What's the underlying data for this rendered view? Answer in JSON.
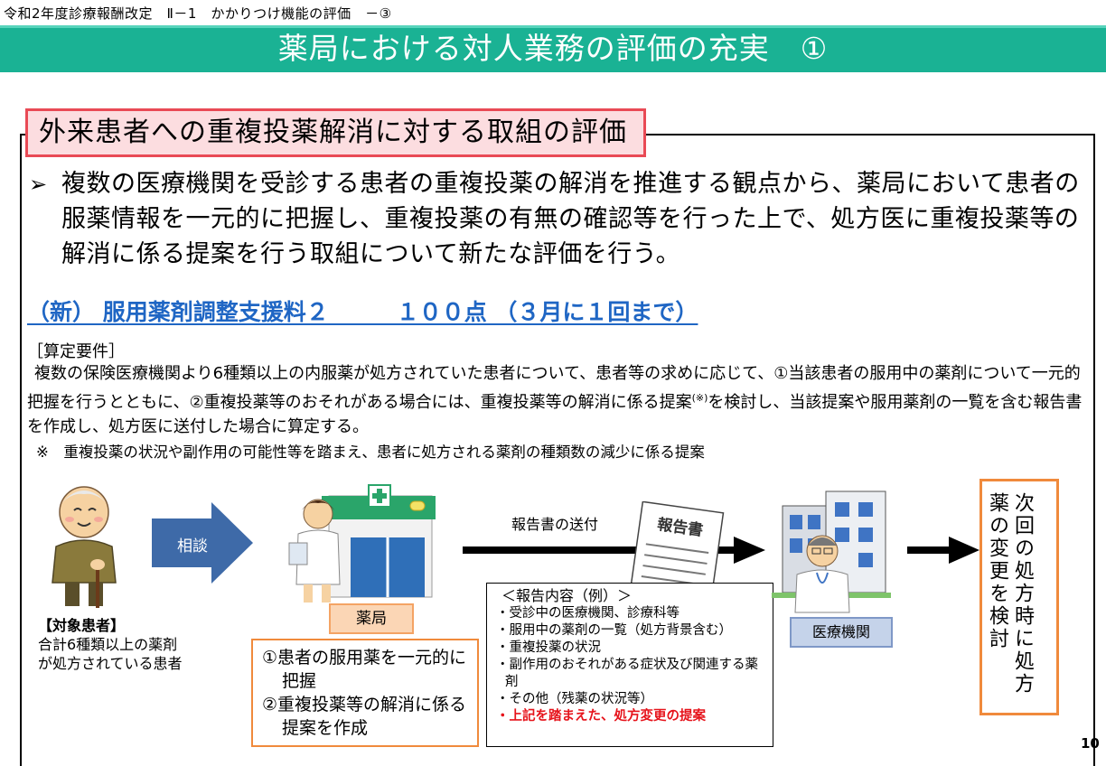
{
  "header": {
    "breadcrumb": "令和2年度診療報酬改定　Ⅱ－1　かかりつけ機能の評価　－③",
    "title": "薬局における対人業務の評価の充実　①"
  },
  "section": {
    "heading": "外来患者への重複投薬解消に対する取組の評価",
    "bullet": "複数の医療機関を受診する患者の重複投薬の解消を推進する観点から、薬局において患者の服薬情報を一元的に把握し、重複投薬の有無の確認等を行った上で、処方医に重複投薬等の解消に係る提案を行う取組について新たな評価を行う。"
  },
  "new_item": "（新） 服用薬剤調整支援料２　　　１００点 （３月に１回まで）",
  "requirements": {
    "heading": "［算定要件］",
    "body_part1": "複数の保険医療機関より6種類以上の内服薬が処方されていた患者について、患者等の求めに応じて、①当該患者の服用中の薬剤について一元的把握を行うとともに、②重複投薬等のおそれがある場合には、重複投薬等の解消に係る提案",
    "body_note_mark": "(※)",
    "body_part2": "を検討し、当該提案や服用薬剤の一覧を含む報告書を作成し、処方医に送付した場合に算定する。",
    "note": "※　重複投薬の状況や副作用の可能性等を踏まえ、患者に処方される薬剤の種類数の減少に係る提案"
  },
  "diagram": {
    "patient_label_title": "【対象患者】",
    "patient_label_line1": "合計6種類以上の薬剤",
    "patient_label_line2": "が処方されている患者",
    "consult_label": "相談",
    "pharmacy_label": "薬局",
    "pharmacy_roles": [
      "①患者の服用薬を一元的に把握",
      "②重複投薬等の解消に係る提案を作成"
    ],
    "send_label": "報告書の送付",
    "report_doc_title": "報告書",
    "report_heading": "＜報告内容（例）＞",
    "report_items": [
      "・受診中の医療機関、診療科等",
      "・服用中の薬剤の一覧（処方背景含む）",
      "・重複投薬の状況",
      "・副作用のおそれがある症状及び関連する薬剤",
      "・その他（残薬の状況等）"
    ],
    "report_highlight": "・上記を踏まえた、処方変更の提案",
    "hospital_label": "医療機関",
    "next_action": "次回の処方時に処方薬の変更を検討"
  },
  "page_number": "10",
  "colors": {
    "title_bar": "#1ab294",
    "heading_border": "#e94a55",
    "heading_fill": "#fcdde0",
    "link_blue": "#1f66c4",
    "accent_orange": "#f08a3c",
    "consult_arrow": "#3e6aa8",
    "highlight_red": "#e6131b"
  }
}
